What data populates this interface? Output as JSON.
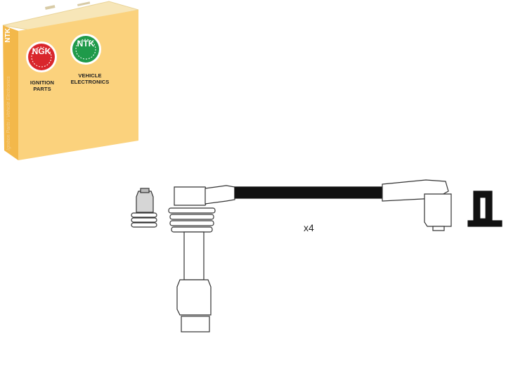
{
  "packaging": {
    "side_brand": "NTK",
    "side_text": "Ignition Parts / Vehicle Electronics",
    "ngk_logo": "NGK",
    "ngk_caption_line1": "IGNITION",
    "ngk_caption_line2": "PARTS",
    "ntk_logo": "NTK",
    "ntk_caption_line1": "VEHICLE",
    "ntk_caption_line2": "ELECTRONICS",
    "colors": {
      "box_face": "#fbd27d",
      "box_top": "#f7e6b8",
      "box_side": "#f3b84a",
      "ngk_red": "#d9262c",
      "ntk_green": "#1f9a4a"
    }
  },
  "product": {
    "quantity_label": "x4",
    "icons": [
      "spark-plug-terminal-icon",
      "plug-boot-icon",
      "ignition-lead-icon",
      "coil-boot-icon",
      "coil-terminal-icon"
    ]
  }
}
